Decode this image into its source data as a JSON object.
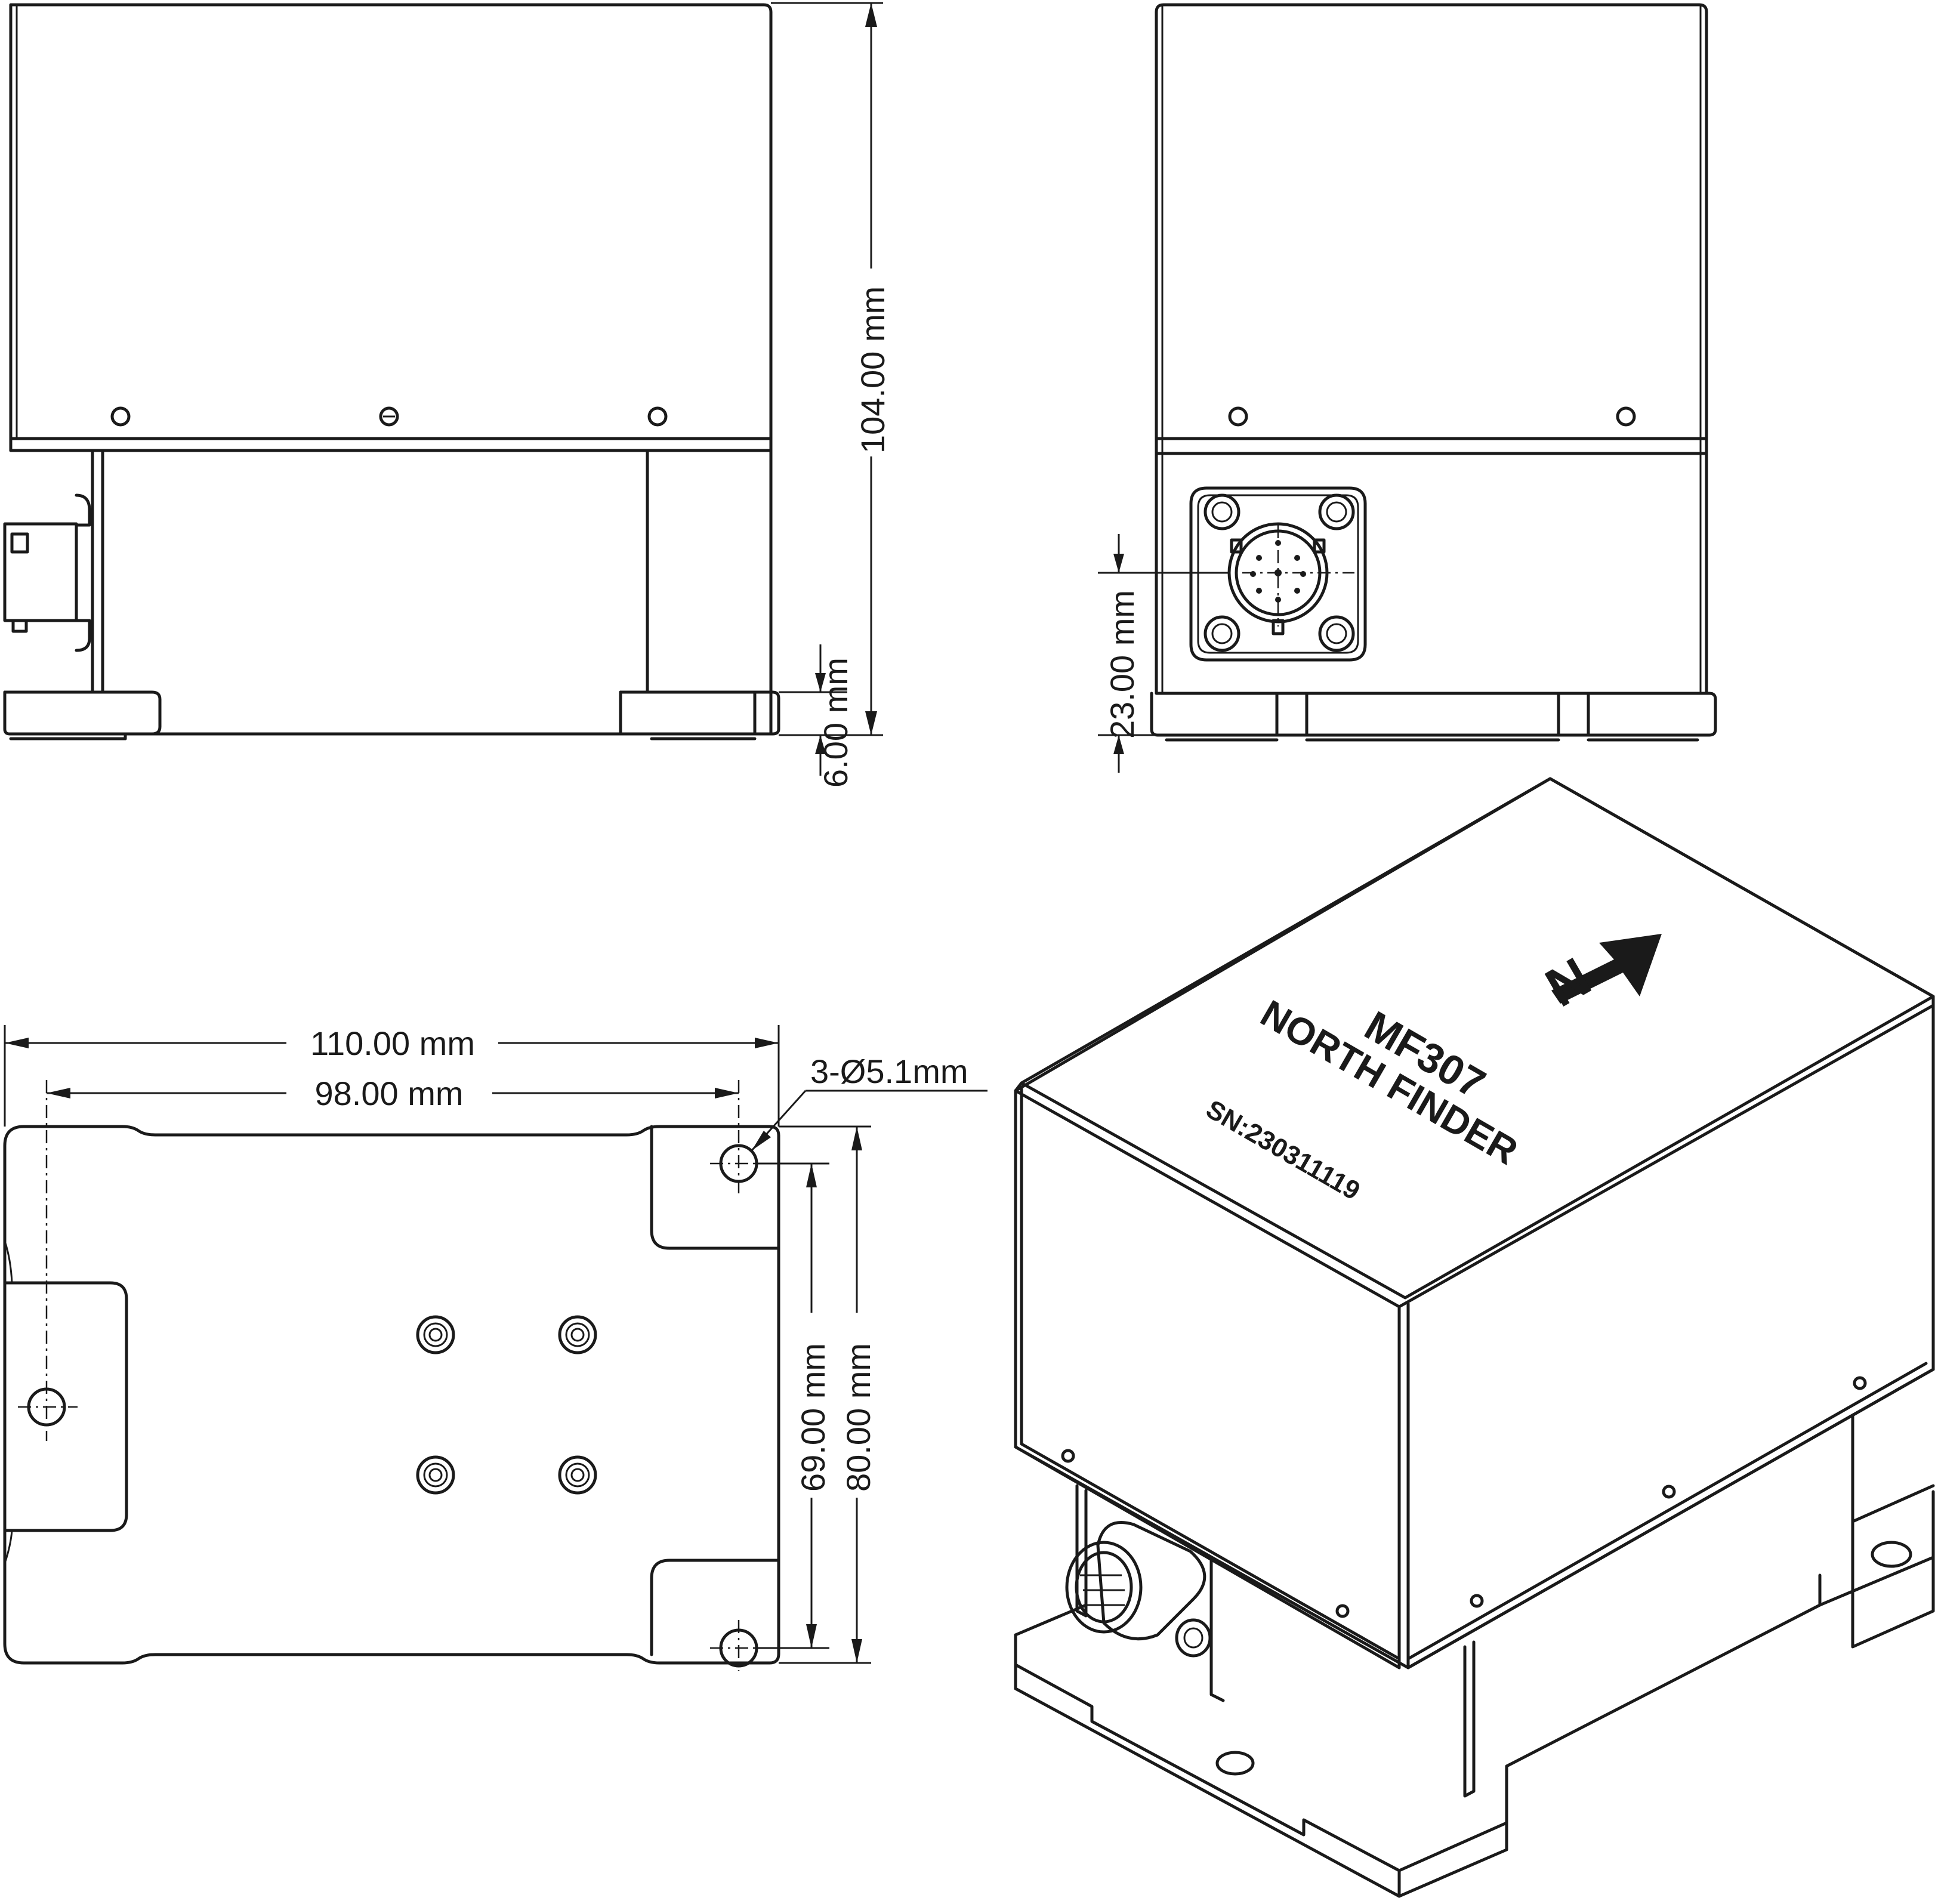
{
  "dimensions": {
    "height_total": "104.00 mm",
    "base_thickness": "6.00 mm",
    "connector_height": "23.00 mm",
    "width_outer": "110.00 mm",
    "hole_pitch_x": "98.00 mm",
    "hole_spec": "3-Ø5.1mm",
    "hole_pitch_y": "69.00 mm",
    "depth_outer": "80.00 mm"
  },
  "product": {
    "model": "MF307",
    "name": "NORTH  FINDER",
    "serial": "SN:230311119",
    "north_mark": "N"
  }
}
